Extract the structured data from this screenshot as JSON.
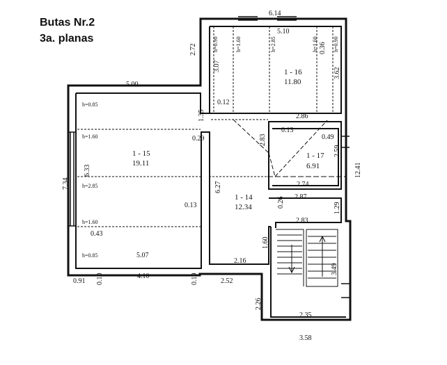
{
  "header": {
    "title": "Butas Nr.2",
    "subtitle": "3a. planas"
  },
  "rooms": [
    {
      "id": "1 - 15",
      "area": "19.11"
    },
    {
      "id": "1 - 16",
      "area": "11.80"
    },
    {
      "id": "1 - 17",
      "area": "6.91"
    },
    {
      "id": "1 - 14",
      "area": "12.34"
    }
  ],
  "heights": [
    "h=0.85",
    "h=1.60",
    "h=2.85",
    "h=1.60",
    "h=0.85",
    "h=0.90",
    "h=1.60",
    "h=2.85",
    "h=1.60",
    "h=0.90"
  ],
  "dimensions": {
    "top_width": "6.14",
    "top_inner": "5.10",
    "left_roof": "2.72",
    "room15_top": "5.00",
    "room16_left": "3.07",
    "room16_right": "3.62",
    "room16_bottom": "2.86",
    "room16_b_left": "0.12",
    "room16_r_top": "0.36",
    "room16_1_35": "1.35",
    "room15_0_29": "0.29",
    "room17_top": "0.13",
    "room17_top_r": "0.49",
    "room17_left": "2.83",
    "room17_right": "2.59",
    "room17_bottom": "2.74",
    "right_total": "12.41",
    "left_outer": "7.34",
    "left_inner": "6.33",
    "room14_height": "6.27",
    "room14_0_13": "0.13",
    "room15_0_43": "0.43",
    "room15_bottom": "5.07",
    "wall_0_26": "0.26",
    "stair_top": "2.87",
    "stair_inner_top": "2.83",
    "stair_1_29": "1.29",
    "room14_1_60": "1.60",
    "room14_bottom": "2.16",
    "stair_3_49": "3.49",
    "bottom_0_91": "0.91",
    "bottom_0_10": "0.10",
    "bottom_4_10": "4.10",
    "bottom_0_19": "0.19",
    "bottom_2_52": "2.52",
    "stair_2_26": "2.26",
    "stair_bottom": "2.35",
    "stair_outer": "3.58"
  }
}
